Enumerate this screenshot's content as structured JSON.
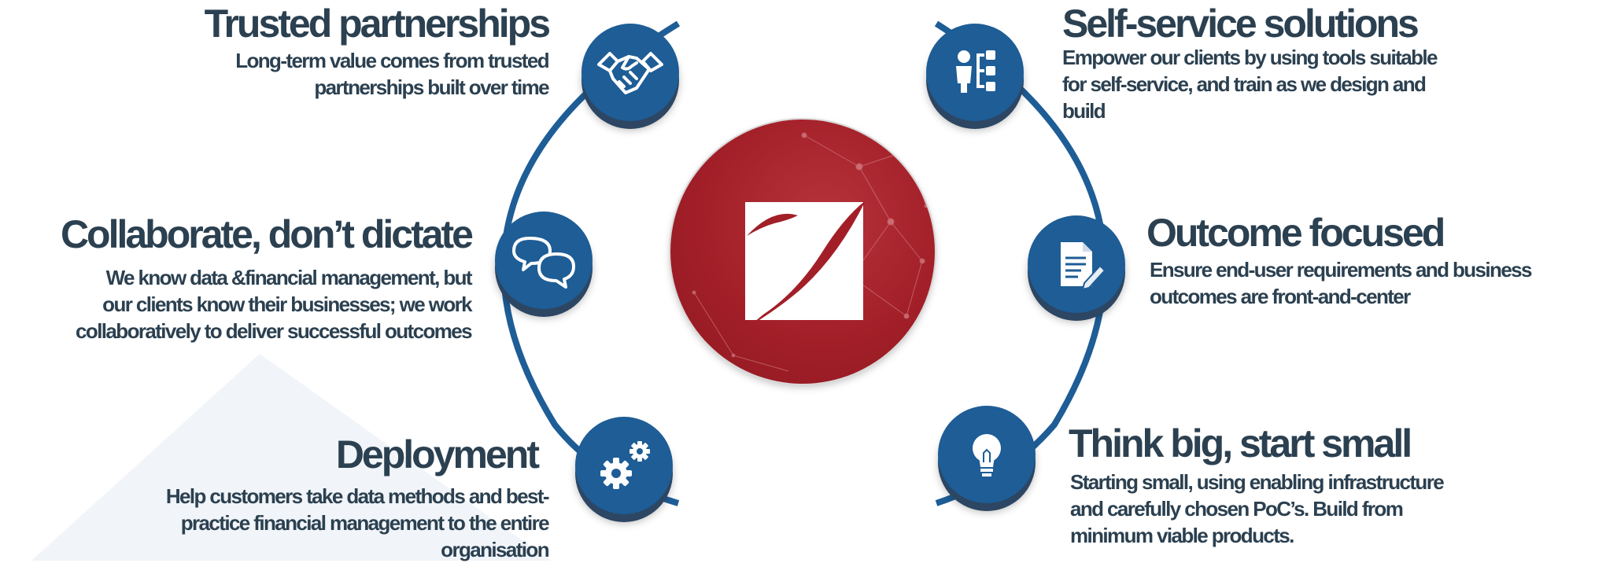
{
  "colors": {
    "node_blue": "#1e5d96",
    "node_shadow": "#2c4663",
    "arc_blue": "#1e5d96",
    "center_red": "#a21f28",
    "text_dark": "#2b4050",
    "wedge_grey": "#f1f4f8"
  },
  "center": {
    "icon": "logo-mark"
  },
  "principles": [
    {
      "id": "trusted",
      "icon": "handshake-icon",
      "title": "Trusted partnerships",
      "desc_lines": [
        "Long-term value comes from trusted",
        "partnerships built over time"
      ]
    },
    {
      "id": "collaborate",
      "icon": "chat-bubbles-icon",
      "title": "Collaborate, don’t dictate",
      "desc_lines": [
        "We  know data &financial management, but",
        "our clients know their businesses;  we work",
        "collaboratively to deliver successful  outcomes"
      ]
    },
    {
      "id": "deployment",
      "icon": "gears-icon",
      "title": "Deployment",
      "desc_lines": [
        "Help customers take data methods  and best-",
        "practice financial management to the entire",
        "organisation"
      ]
    },
    {
      "id": "selfservice",
      "icon": "org-person-icon",
      "title": "Self-service solutions",
      "desc_lines": [
        "Empower our clients by using tools suitable",
        "for self-service, and train as we design and",
        "build"
      ]
    },
    {
      "id": "outcome",
      "icon": "document-pen-icon",
      "title": "Outcome focused",
      "desc_lines": [
        "Ensure end-user requirements and business",
        "outcomes are front-and-center"
      ]
    },
    {
      "id": "thinkbig",
      "icon": "lightbulb-icon",
      "title": "Think big, start small",
      "desc_lines": [
        "Starting small, using enabling infrastructure",
        "and carefully chosen PoC’s. Build from",
        "minimum viable products."
      ]
    }
  ]
}
